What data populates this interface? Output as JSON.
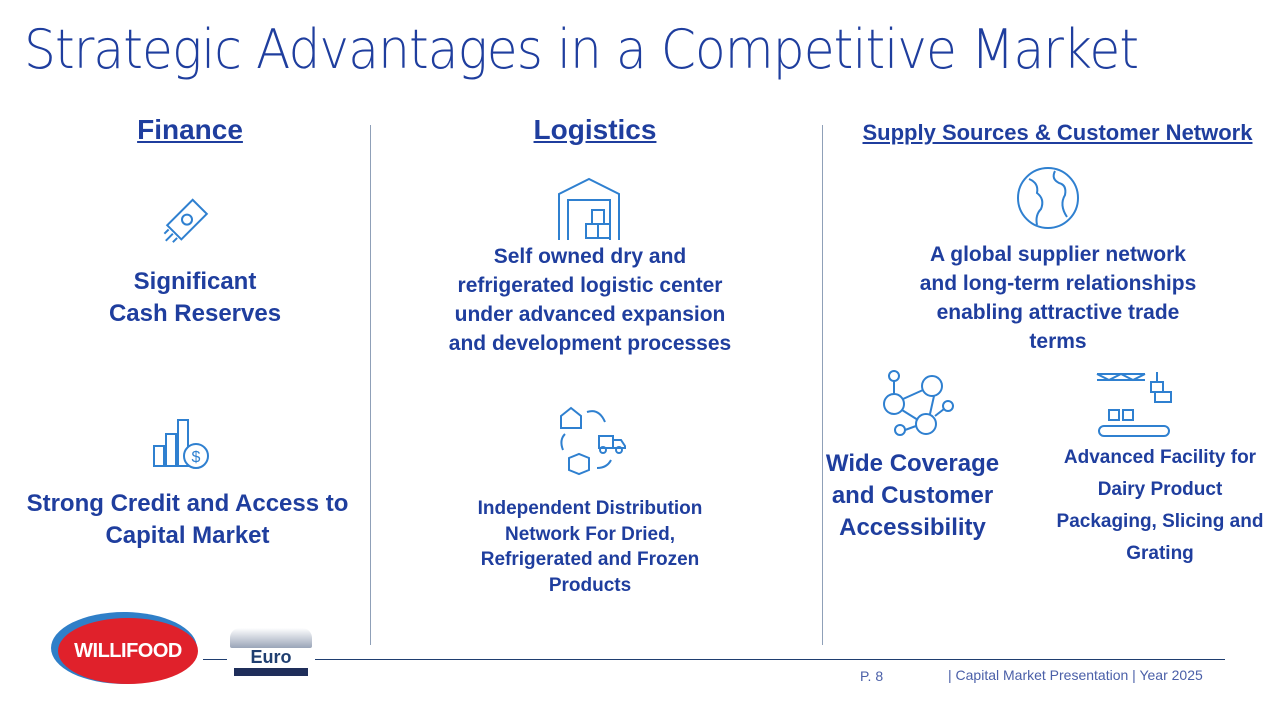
{
  "title": "Strategic Advantages in a Competitive Market",
  "columns": {
    "finance": {
      "heading": "Finance",
      "item1": [
        "Significant",
        "Cash Reserves"
      ],
      "item2": [
        "Strong Credit and Access to",
        "Capital Market"
      ]
    },
    "logistics": {
      "heading": "Logistics",
      "item1": [
        "Self owned dry and",
        "refrigerated logistic center",
        "under advanced expansion",
        "and development processes"
      ],
      "item2": [
        "Independent Distribution",
        "Network For Dried,",
        "Refrigerated and Frozen",
        "Products"
      ]
    },
    "supply": {
      "heading": "Supply Sources & Customer Network",
      "item1": [
        "A global supplier network",
        "and long-term relationships",
        "enabling attractive trade",
        "terms"
      ],
      "item2": [
        "Wide Coverage",
        "and Customer",
        "Accessibility"
      ],
      "item3": [
        "Advanced Facility for",
        "Dairy Product",
        "Packaging, Slicing and",
        "Grating"
      ]
    }
  },
  "footer": {
    "page": "P. 8",
    "presentation": "| Capital Market Presentation | Year 2025"
  },
  "logos": {
    "willifood": "WILLIFOOD",
    "euro": "Euro"
  }
}
